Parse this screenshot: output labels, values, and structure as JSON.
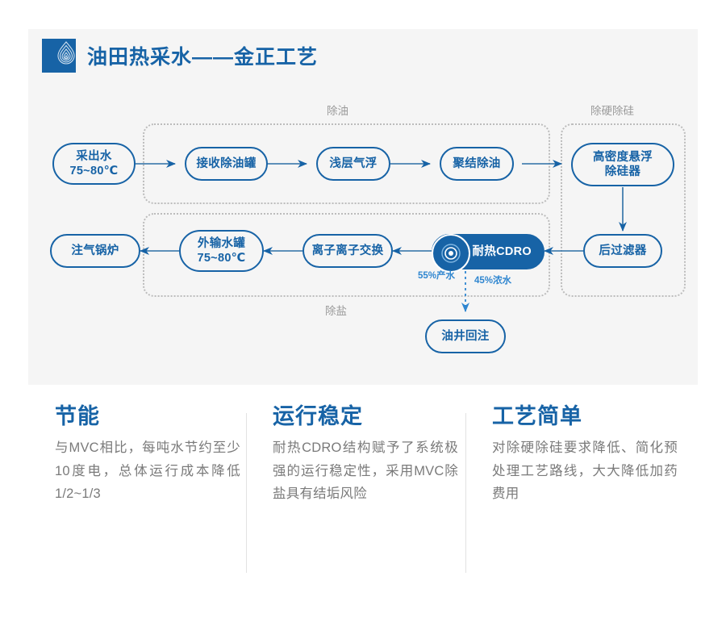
{
  "header": {
    "title": "油田热采水——金正工艺",
    "logo_name": "water-drop-ripple-logo",
    "brand_color": "#1763a6"
  },
  "diagram": {
    "groups": [
      {
        "id": "deoil",
        "label": "除油"
      },
      {
        "id": "desilica",
        "label": "除硬除硅"
      },
      {
        "id": "desalt",
        "label": "除盐"
      }
    ],
    "nodes": [
      {
        "id": "n1",
        "label": "采出水\n75~80℃"
      },
      {
        "id": "n2",
        "label": "接收除油罐"
      },
      {
        "id": "n3",
        "label": "浅层气浮"
      },
      {
        "id": "n4",
        "label": "聚结除油"
      },
      {
        "id": "n5",
        "label": "高密度悬浮\n除硅器"
      },
      {
        "id": "n6",
        "label": "后过滤器"
      },
      {
        "id": "n7",
        "label": "耐热CDRO"
      },
      {
        "id": "n8",
        "label": "离子离子交换"
      },
      {
        "id": "n9",
        "label": "外输水罐\n75~80℃"
      },
      {
        "id": "n10",
        "label": "注气锅炉"
      },
      {
        "id": "n11",
        "label": "油井回注"
      }
    ],
    "edge_labels": [
      {
        "id": "permeate",
        "text": "55%产水"
      },
      {
        "id": "concentrate",
        "text": "45%浓水"
      }
    ],
    "cdro_icon_name": "concentric-rings-icon"
  },
  "features": [
    {
      "title": "节能",
      "body": "与MVC相比，每吨水节约至少10度电，总体运行成本降低1/2~1/3"
    },
    {
      "title": "运行稳定",
      "body": "耐热CDRO结构赋予了系统极强的运行稳定性，采用MVC除盐具有结垢风险"
    },
    {
      "title": "工艺简单",
      "body": "对除硬除硅要求降低、简化预处理工艺路线，大大降低加药费用"
    }
  ]
}
